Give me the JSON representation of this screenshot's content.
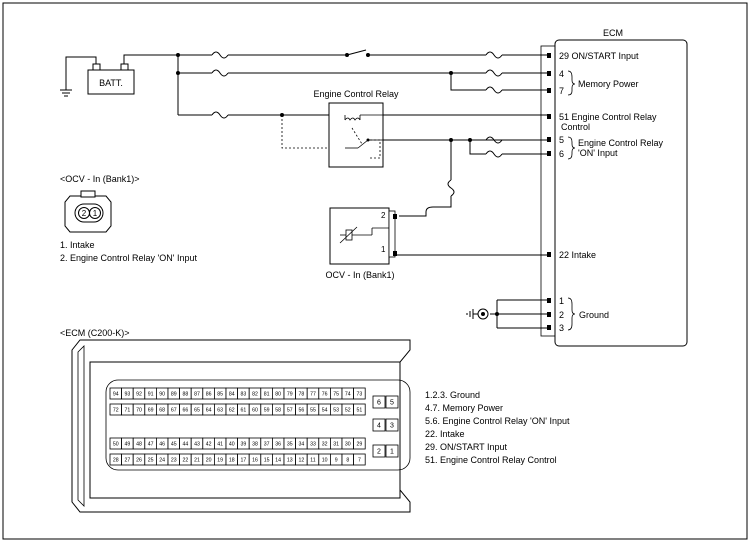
{
  "ecm": {
    "title": "ECM",
    "pin_29": "29 ON/START Input",
    "pin_4": "4",
    "pin_7": "7",
    "memory_power": "Memory Power",
    "pin_51_line1": "51 Engine Control Relay",
    "pin_51_line2": "Control",
    "pin_5": "5",
    "pin_6": "6",
    "ecr_on_line1": "Engine Control Relay",
    "ecr_on_line2": "'ON' Input",
    "pin_22": "22 Intake",
    "pin_1": "1",
    "pin_2": "2",
    "pin_3": "3",
    "ground": "Ground"
  },
  "battery": {
    "label": "BATT."
  },
  "relay": {
    "label": "Engine Control Relay"
  },
  "ocv": {
    "label": "OCV - In (Bank1)",
    "pin_2": "2",
    "pin_1": "1"
  },
  "ocv_connector": {
    "title": "<OCV - In (Bank1)>",
    "pin_left": "2",
    "pin_right": "1",
    "legend": [
      "1. Intake",
      "2. Engine Control Relay 'ON' Input"
    ]
  },
  "ecm_connector": {
    "title": "<ECM (C200-K)>",
    "row1": [
      "94",
      "93",
      "92",
      "91",
      "90",
      "89",
      "88",
      "87",
      "86",
      "85",
      "84",
      "83",
      "82",
      "81",
      "80",
      "79",
      "78",
      "77",
      "76",
      "75",
      "74",
      "73"
    ],
    "row2": [
      "72",
      "71",
      "70",
      "69",
      "68",
      "67",
      "66",
      "65",
      "64",
      "63",
      "62",
      "61",
      "60",
      "59",
      "58",
      "57",
      "56",
      "55",
      "54",
      "53",
      "52",
      "51"
    ],
    "row3": [
      "50",
      "49",
      "48",
      "47",
      "46",
      "45",
      "44",
      "43",
      "42",
      "41",
      "40",
      "39",
      "38",
      "37",
      "36",
      "35",
      "34",
      "33",
      "32",
      "31",
      "30",
      "29"
    ],
    "row4": [
      "28",
      "27",
      "26",
      "25",
      "24",
      "23",
      "22",
      "21",
      "20",
      "19",
      "18",
      "17",
      "16",
      "15",
      "14",
      "13",
      "12",
      "11",
      "10",
      "9",
      "8",
      "7"
    ],
    "side_pins": [
      [
        "6",
        "5"
      ],
      [
        "4",
        "3"
      ],
      [
        "2",
        "1"
      ]
    ],
    "legend": [
      "1.2.3. Ground",
      "4.7. Memory Power",
      "5.6. Engine Control Relay 'ON' Input",
      "22. Intake",
      "29. ON/START Input",
      "51. Engine Control Relay Control"
    ]
  },
  "colors": {
    "line": "#000000",
    "background": "#ffffff"
  },
  "icons": [
    "ground-icon",
    "fuse-icon",
    "switch-icon",
    "relay-coil-icon",
    "solenoid-icon",
    "connector-icon"
  ]
}
